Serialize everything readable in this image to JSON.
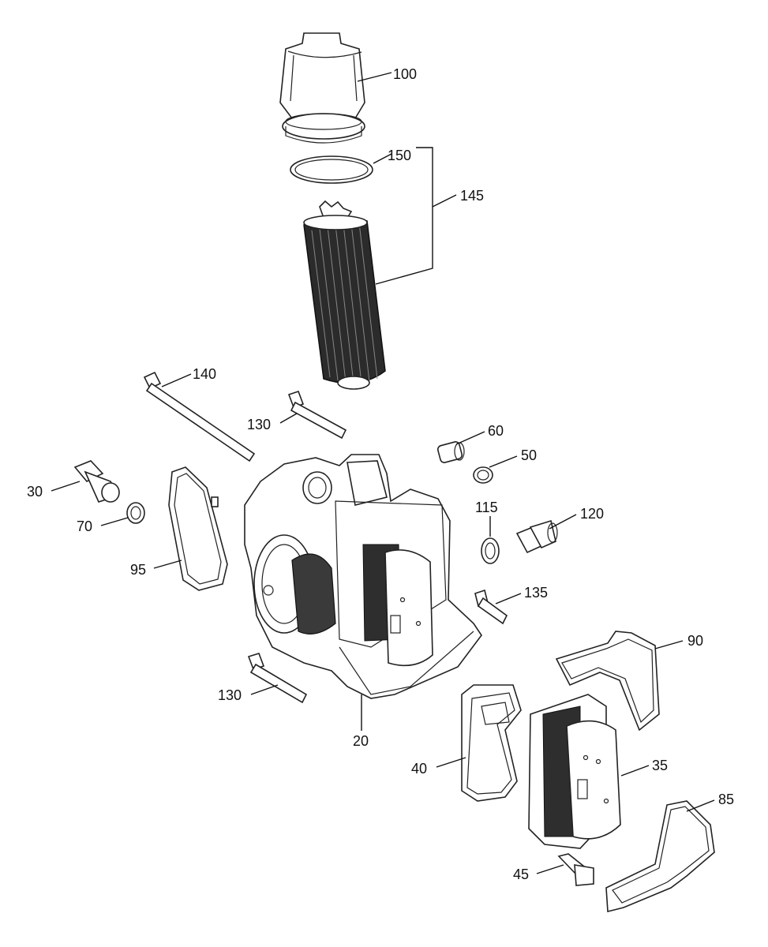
{
  "diagram": {
    "callouts": [
      {
        "id": "c100",
        "text": "100"
      },
      {
        "id": "c150",
        "text": "150"
      },
      {
        "id": "c145",
        "text": "145"
      },
      {
        "id": "c140",
        "text": "140"
      },
      {
        "id": "c130a",
        "text": "130"
      },
      {
        "id": "c60",
        "text": "60"
      },
      {
        "id": "c50",
        "text": "50"
      },
      {
        "id": "c30",
        "text": "30"
      },
      {
        "id": "c70",
        "text": "70"
      },
      {
        "id": "c115",
        "text": "115"
      },
      {
        "id": "c120",
        "text": "120"
      },
      {
        "id": "c95",
        "text": "95"
      },
      {
        "id": "c135",
        "text": "135"
      },
      {
        "id": "c90",
        "text": "90"
      },
      {
        "id": "c130b",
        "text": "130"
      },
      {
        "id": "c20",
        "text": "20"
      },
      {
        "id": "c40",
        "text": "40"
      },
      {
        "id": "c35",
        "text": "35"
      },
      {
        "id": "c85",
        "text": "85"
      },
      {
        "id": "c45",
        "text": "45"
      }
    ]
  }
}
